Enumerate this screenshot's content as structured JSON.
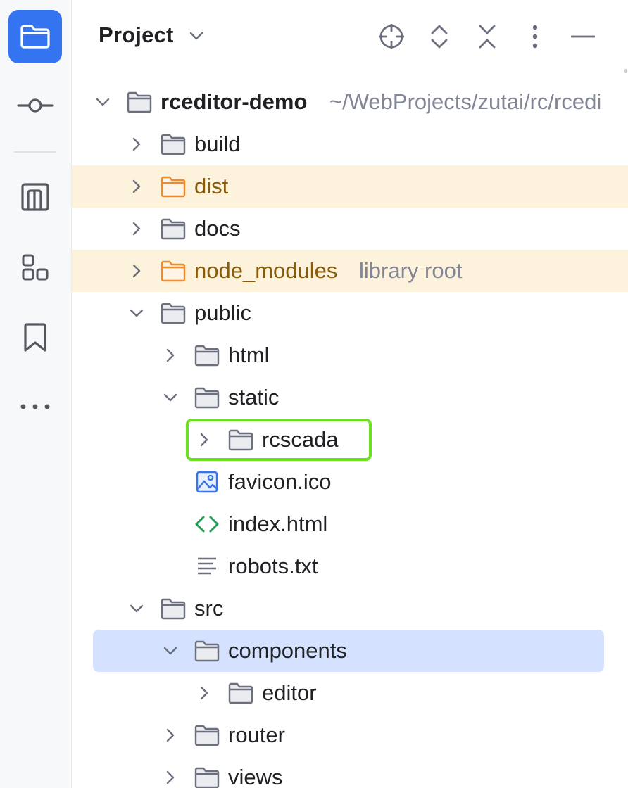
{
  "rail": {
    "items": [
      {
        "name": "project-tool",
        "icon": "folder-icon",
        "active": true
      },
      {
        "name": "commit-tool",
        "icon": "commit-icon",
        "active": false
      },
      {
        "name": "structure-tool",
        "icon": "structure-icon",
        "active": false
      },
      {
        "name": "plugins-tool",
        "icon": "plugins-icon",
        "active": false
      },
      {
        "name": "bookmarks-tool",
        "icon": "bookmark-icon",
        "active": false
      },
      {
        "name": "more-tools",
        "icon": "more-horizontal-icon",
        "active": false
      }
    ]
  },
  "header": {
    "title": "Project",
    "actions": [
      "locate-icon",
      "expand-collapse-icon",
      "collapse-all-icon",
      "more-vertical-icon",
      "minimize-icon"
    ]
  },
  "tree": {
    "root": {
      "label": "rceditor-demo",
      "path": "~/WebProjects/zutai/rc/rcedi"
    },
    "rows": [
      {
        "label": "build"
      },
      {
        "label": "dist"
      },
      {
        "label": "docs"
      },
      {
        "label": "node_modules",
        "hint": "library root"
      },
      {
        "label": "public"
      },
      {
        "label": "html"
      },
      {
        "label": "static"
      },
      {
        "label": "rcscada"
      },
      {
        "label": "favicon.ico"
      },
      {
        "label": "index.html"
      },
      {
        "label": "robots.txt"
      },
      {
        "label": "src"
      },
      {
        "label": "components"
      },
      {
        "label": "editor"
      },
      {
        "label": "router"
      },
      {
        "label": "views"
      }
    ]
  },
  "colors": {
    "accent": "#3574f0",
    "selection": "#d4e2ff",
    "excluded_bg": "#fdf3dc",
    "excluded_text": "#8a5a0b",
    "focus_outline": "#6be01e"
  }
}
